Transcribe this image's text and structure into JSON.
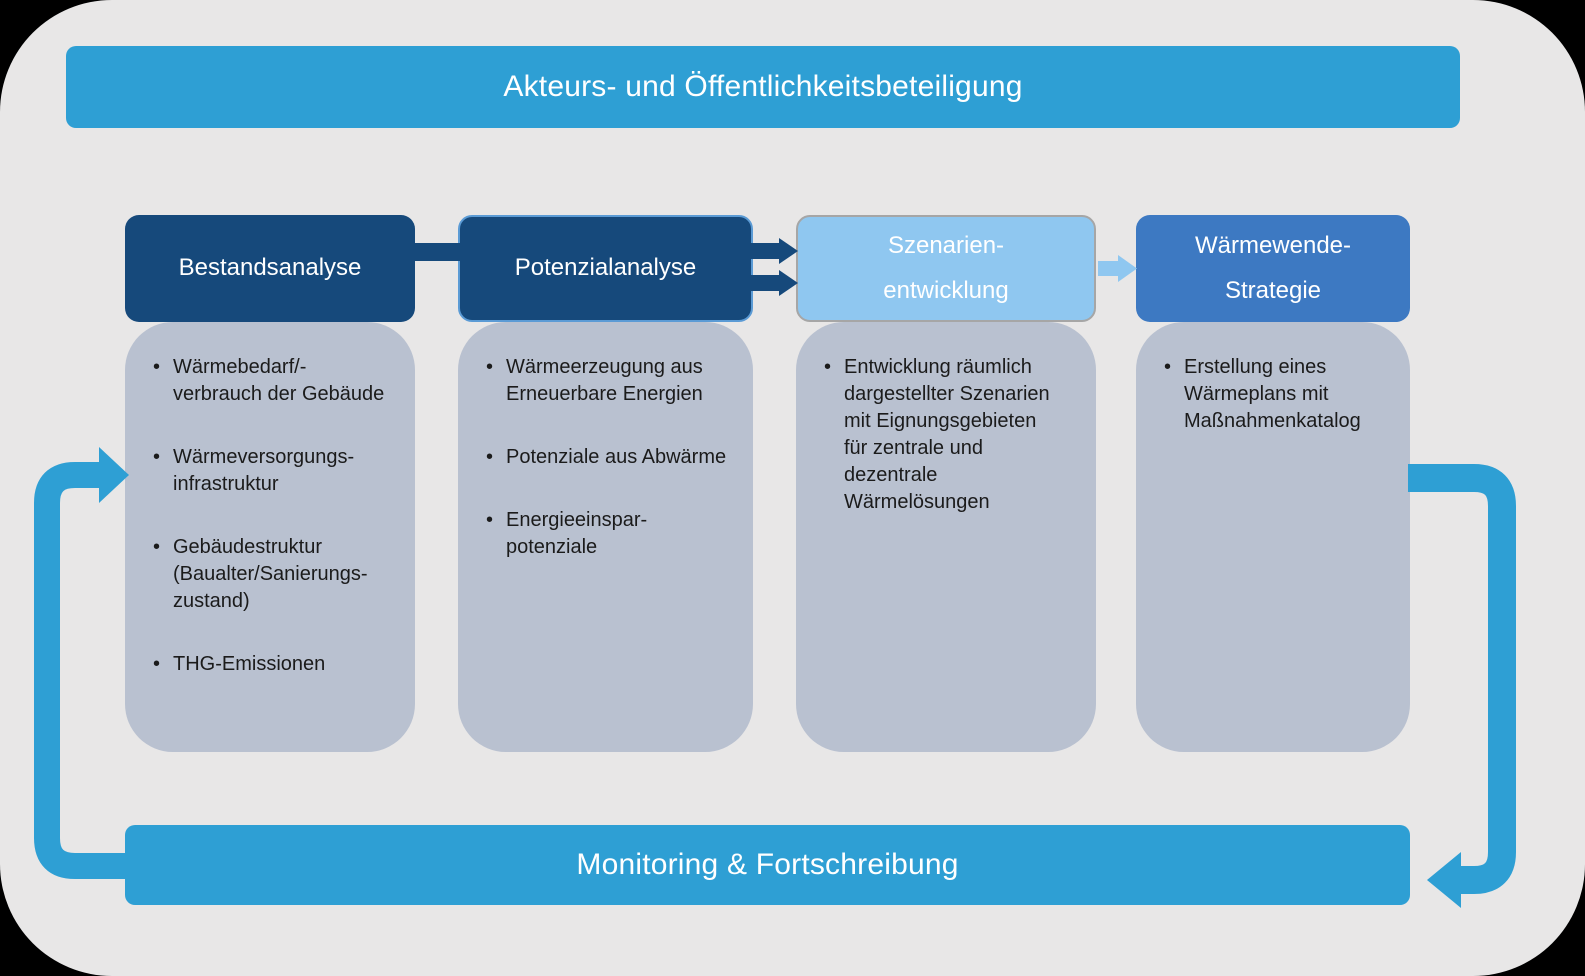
{
  "diagram": {
    "top_banner": {
      "label": "Akteurs- und Öffentlichkeitsbeteiligung"
    },
    "bottom_banner": {
      "label": "Monitoring & Fortschreibung"
    },
    "columns": [
      {
        "title": "Bestandsanalyse",
        "bullets": [
          "Wärmebedarf/- verbrauch der Gebäude",
          "Wärmeversorgungs- infrastruktur",
          "Gebäudestruktur (Baualter/Sanierungs- zustand)",
          "THG-Emissionen"
        ]
      },
      {
        "title": "Potenzialanalyse",
        "bullets": [
          "Wärmeerzeugung aus Erneuerbare Energien",
          "Potenziale aus Abwärme",
          "Energieeinspar- potenziale"
        ]
      },
      {
        "title_lines": [
          "Szenarien-",
          "entwicklung"
        ],
        "bullets": [
          "Entwicklung räumlich dargestellter Szenarien mit Eignungsgebieten für zentrale und dezentrale Wärmelösungen"
        ]
      },
      {
        "title_lines": [
          "Wärmewende-",
          "Strategie"
        ],
        "bullets": [
          "Erstellung eines Wärmeplans mit Maßnahmenkatalog"
        ]
      }
    ],
    "arrows": {
      "col1_to_col2": "plain-bar-connector",
      "col2_to_col3": "double-arrow-connector",
      "col3_to_col4": "light-arrow-connector",
      "left_loop": "monitoring-to-bestandsanalyse-loop",
      "right_loop": "strategie-to-monitoring-loop"
    },
    "colors": {
      "banner_blue": "#2E9FD4",
      "dark_navy": "#16497B",
      "light_blue": "#8FC7F0",
      "medium_blue": "#3D79C2",
      "body_gray_blue": "#B9C1D0",
      "background": "#E8E7E7",
      "header_border_light": "#5B9BD5",
      "header_border_gray": "#A6A6A6"
    }
  }
}
